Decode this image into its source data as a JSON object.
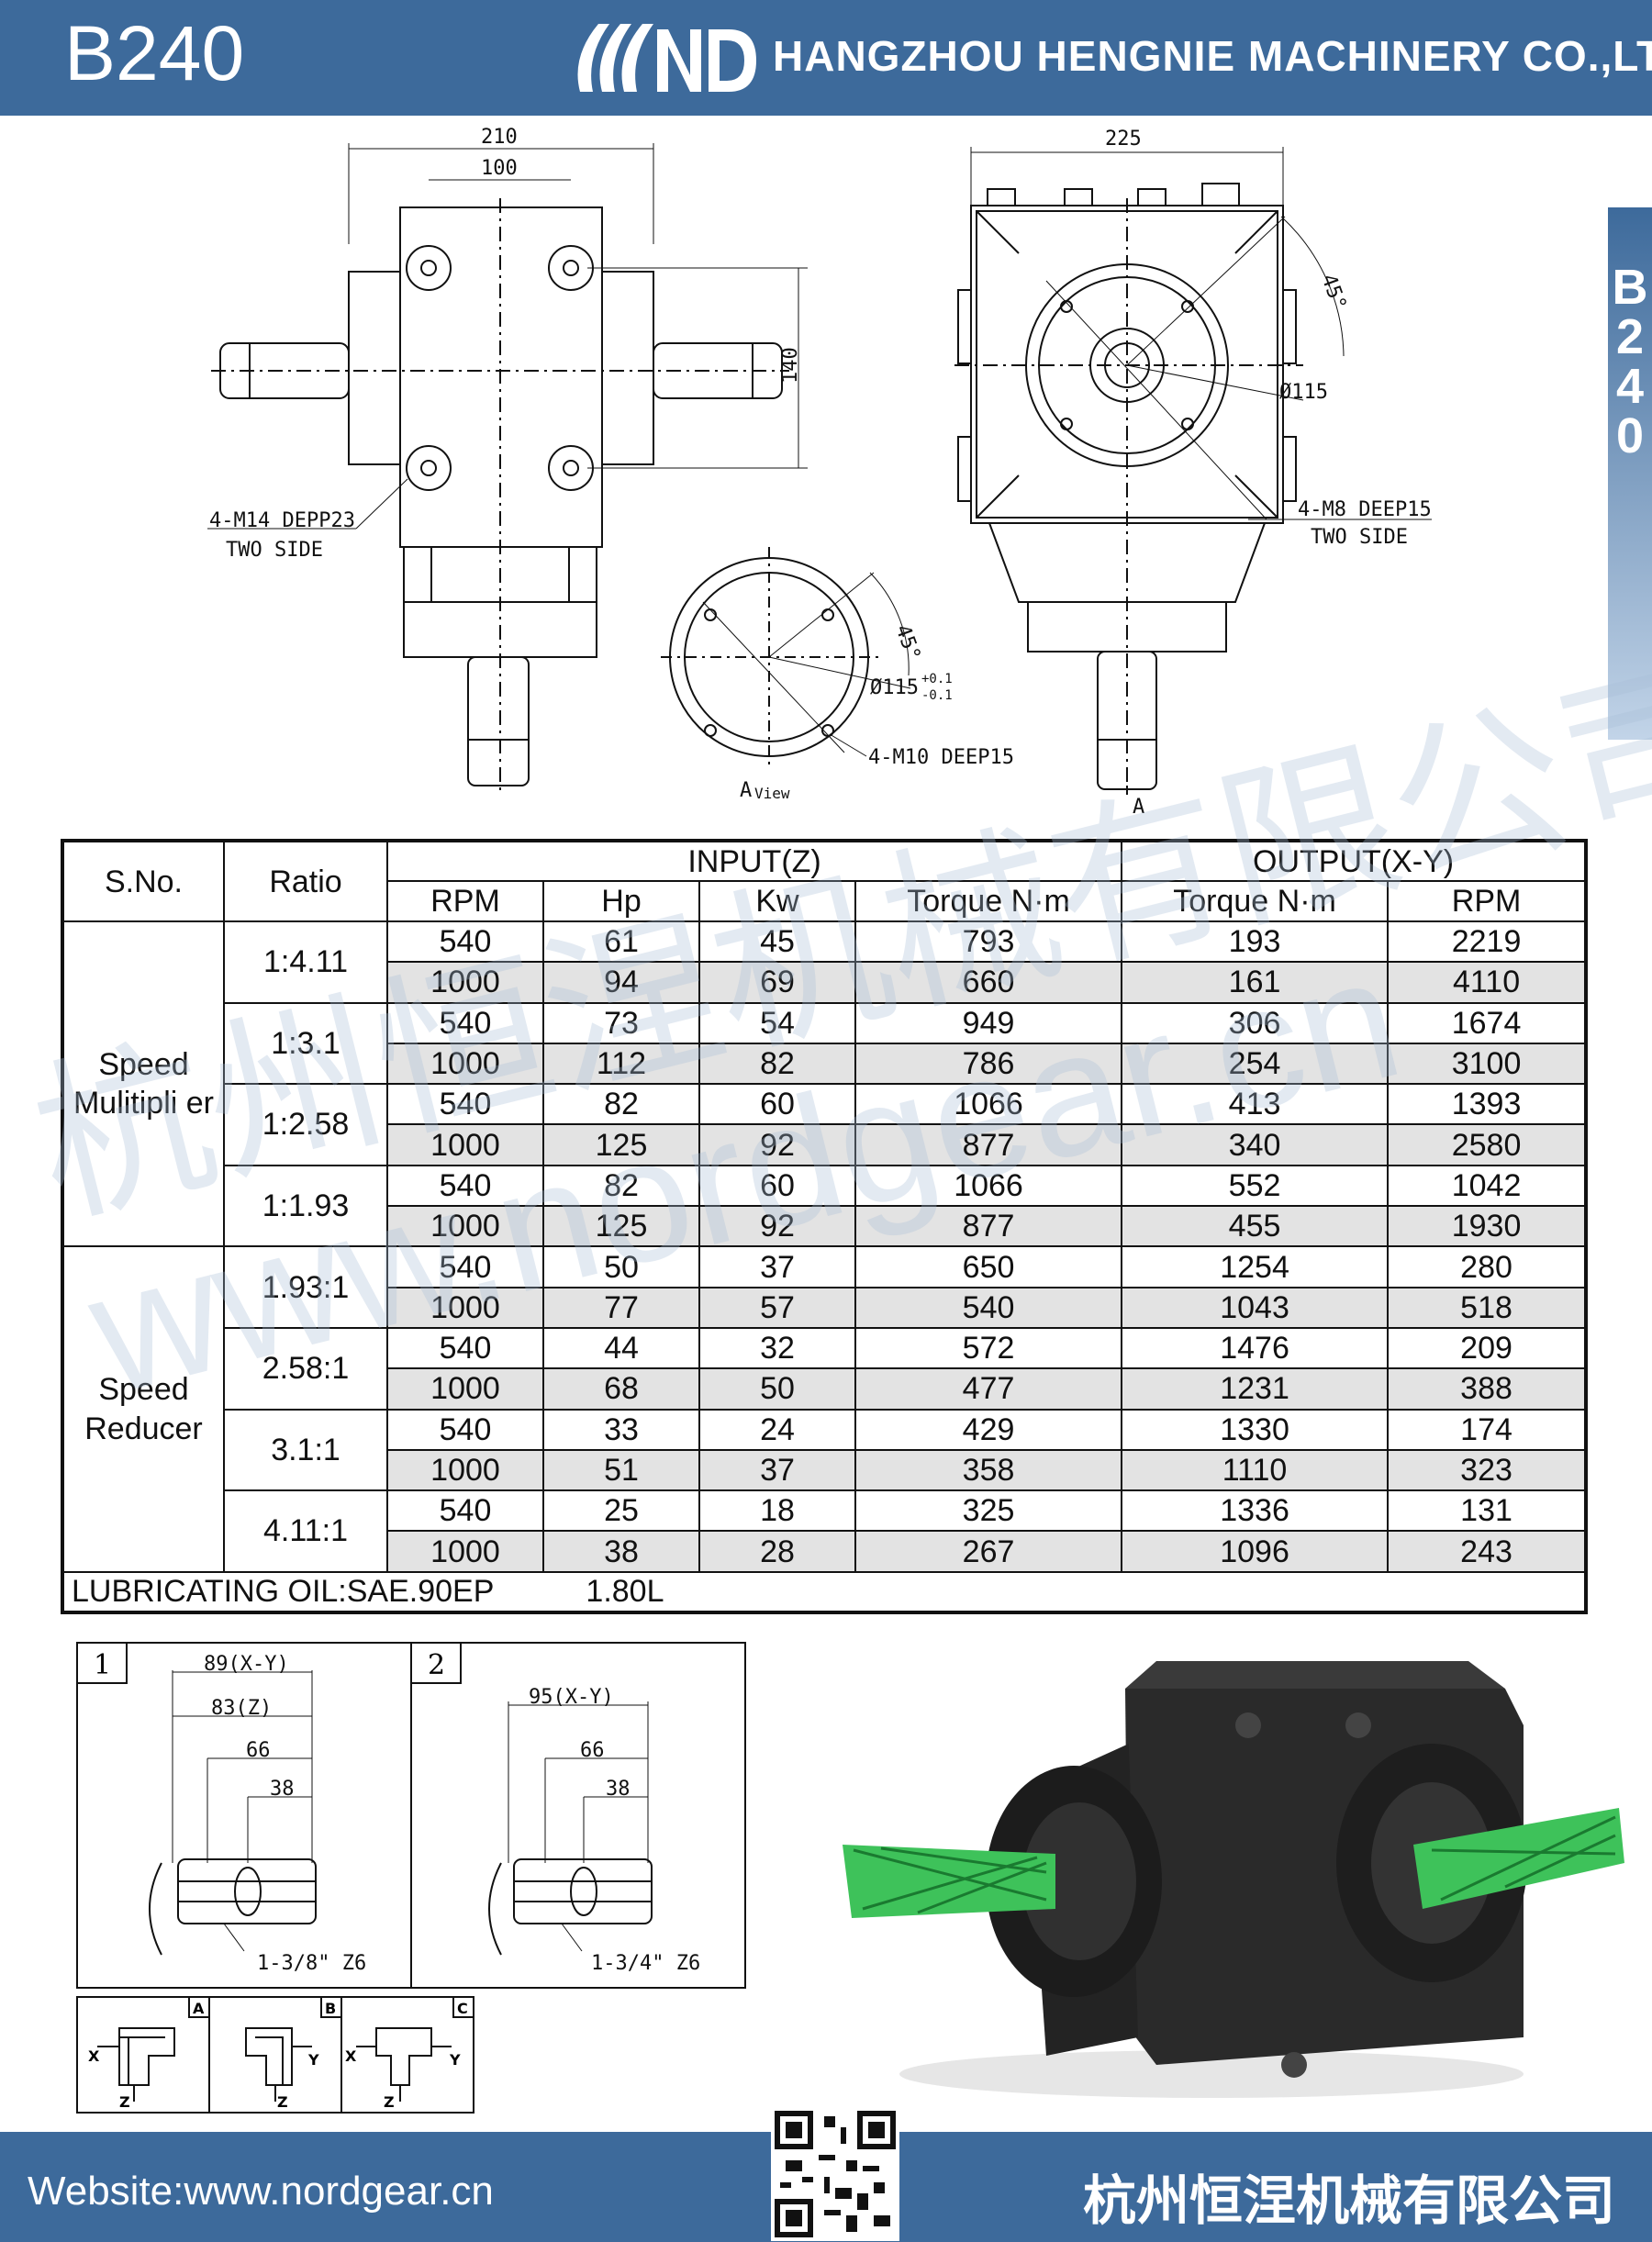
{
  "header": {
    "model": "B240",
    "company": "HANGZHOU HENGNIE MACHINERY CO.,LTD"
  },
  "side_tab": {
    "chars": [
      "B",
      "2",
      "4",
      "0"
    ]
  },
  "drawing": {
    "front": {
      "dim_210": "210",
      "dim_100": "100",
      "dim_140": "140",
      "note1": "4-M14 DEPP23",
      "note2": "TWO SIDE"
    },
    "side": {
      "dim_225": "225",
      "angle": "45°",
      "dia": "Ø115",
      "note1": "4-M8 DEEP15",
      "note2": "TWO SIDE",
      "arrow": "A"
    },
    "view": {
      "angle": "45°",
      "dia": "Ø115",
      "tol_plus": "+0.1",
      "tol_minus": "-0.1",
      "note": "4-M10 DEEP15",
      "label_a": "A",
      "label_view": "View"
    }
  },
  "table": {
    "h_sno": "S.No.",
    "h_ratio": "Ratio",
    "h_input": "INPUT(Z)",
    "h_output": "OUTPUT(X-Y)",
    "h_rpm": "RPM",
    "h_hp": "Hp",
    "h_kw": "Kw",
    "h_torque_in": "Torque N·m",
    "h_torque_out": "Torque N·m",
    "h_rpm_out": "RPM",
    "groups": [
      {
        "label": "Speed Mulitipli er"
      },
      {
        "label": "Speed Reducer"
      }
    ],
    "ratios": [
      {
        "ratio": "1:4.11",
        "rows": [
          [
            "540",
            "61",
            "45",
            "793",
            "193",
            "2219"
          ],
          [
            "1000",
            "94",
            "69",
            "660",
            "161",
            "4110"
          ]
        ]
      },
      {
        "ratio": "1:3.1",
        "rows": [
          [
            "540",
            "73",
            "54",
            "949",
            "306",
            "1674"
          ],
          [
            "1000",
            "112",
            "82",
            "786",
            "254",
            "3100"
          ]
        ]
      },
      {
        "ratio": "1:2.58",
        "rows": [
          [
            "540",
            "82",
            "60",
            "1066",
            "413",
            "1393"
          ],
          [
            "1000",
            "125",
            "92",
            "877",
            "340",
            "2580"
          ]
        ]
      },
      {
        "ratio": "1:1.93",
        "rows": [
          [
            "540",
            "82",
            "60",
            "1066",
            "552",
            "1042"
          ],
          [
            "1000",
            "125",
            "92",
            "877",
            "455",
            "1930"
          ]
        ]
      },
      {
        "ratio": "1.93:1",
        "rows": [
          [
            "540",
            "50",
            "37",
            "650",
            "1254",
            "280"
          ],
          [
            "1000",
            "77",
            "57",
            "540",
            "1043",
            "518"
          ]
        ]
      },
      {
        "ratio": "2.58:1",
        "rows": [
          [
            "540",
            "44",
            "32",
            "572",
            "1476",
            "209"
          ],
          [
            "1000",
            "68",
            "50",
            "477",
            "1231",
            "388"
          ]
        ]
      },
      {
        "ratio": "3.1:1",
        "rows": [
          [
            "540",
            "33",
            "24",
            "429",
            "1330",
            "174"
          ],
          [
            "1000",
            "51",
            "37",
            "358",
            "1110",
            "323"
          ]
        ]
      },
      {
        "ratio": "4.11:1",
        "rows": [
          [
            "540",
            "25",
            "18",
            "325",
            "1336",
            "131"
          ],
          [
            "1000",
            "38",
            "28",
            "267",
            "1096",
            "243"
          ]
        ]
      }
    ],
    "oil_label": "LUBRICATING OIL:SAE.90EP",
    "oil_volume": "1.80L"
  },
  "shaft": {
    "p1": {
      "num": "1",
      "d1": "89(X-Y)",
      "d2": "83(Z)",
      "d3": "66",
      "d4": "38",
      "spec": "1-3/8\" Z6"
    },
    "p2": {
      "num": "2",
      "d1": "95(X-Y)",
      "d3": "66",
      "d4": "38",
      "spec": "1-3/4\" Z6"
    }
  },
  "configs": [
    {
      "tag": "A",
      "x": "X",
      "y": "",
      "z": "Z"
    },
    {
      "tag": "B",
      "x": "",
      "y": "Y",
      "z": "Z"
    },
    {
      "tag": "C",
      "x": "X",
      "y": "Y",
      "z": "Z"
    }
  ],
  "watermark": {
    "cn": "杭州恒涅机械有限公司",
    "url": "www.nordgear.cn"
  },
  "footer": {
    "website": "Website:www.nordgear.cn",
    "company_cn": "杭州恒涅机械有限公司"
  },
  "colors": {
    "brand": "#3d6a9b",
    "shaft_guard": "#3ec25a",
    "row_grey": "#e3e3e3"
  }
}
